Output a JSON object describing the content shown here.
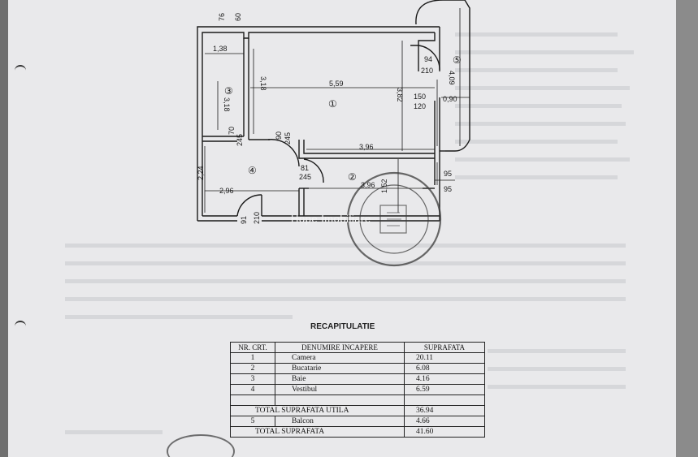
{
  "plan": {
    "dims": {
      "d76": "76",
      "d60": "60",
      "d138": "1,38",
      "d318a": "3,18",
      "d318b": "3,18",
      "d559": "5,59",
      "d382": "3,82",
      "d150": "150",
      "d120": "120",
      "d090": "0,90",
      "d409": "4,09",
      "d94": "94",
      "d210a": "210",
      "d70": "70",
      "d245a": "245",
      "d90": "90",
      "d245b": "245",
      "d396a": "3,96",
      "d224": "2,24",
      "d81": "81",
      "d245c": "245",
      "d296": "2,96",
      "d396b": "3,96",
      "d152": "1,52",
      "d95a": "95",
      "d95b": "95",
      "d91": "91",
      "d210b": "210"
    },
    "rooms": {
      "r1": "①",
      "r2": "②",
      "r3": "③",
      "r4": "④",
      "r5": "⑤"
    }
  },
  "watermark": "Hope Imobiliare",
  "recap": {
    "title": "RECAPITULATIE",
    "headers": [
      "NR. CRT.",
      "DENUMIRE INCAPERE",
      "SUPRAFATA"
    ],
    "rows": [
      {
        "nr": "1",
        "name": "Camera",
        "area": "20.11"
      },
      {
        "nr": "2",
        "name": "Bucatarie",
        "area": "6.08"
      },
      {
        "nr": "3",
        "name": "Baie",
        "area": "4.16"
      },
      {
        "nr": "4",
        "name": "Vestibul",
        "area": "6.59"
      }
    ],
    "total_util_label": "TOTAL SUPRAFATA UTILA",
    "total_util": "36.94",
    "balcon": {
      "nr": "5",
      "name": "Balcon",
      "area": "4.66"
    },
    "total_label": "TOTAL SUPRAFATA",
    "total": "41.60"
  },
  "colors": {
    "paper": "#e9e9eb",
    "ink": "#1a1a1a",
    "background": "#6f6f6f"
  }
}
